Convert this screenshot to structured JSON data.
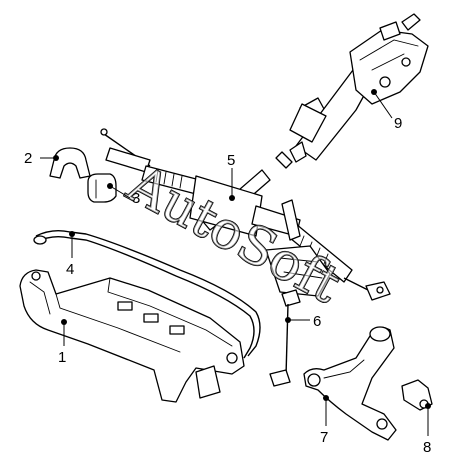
{
  "callouts": {
    "c1": "1",
    "c2": "2",
    "c3": "3",
    "c4": "4",
    "c5": "5",
    "c6": "6",
    "c7": "7",
    "c8": "8",
    "c9": "9"
  },
  "watermark": "AutoSoft"
}
